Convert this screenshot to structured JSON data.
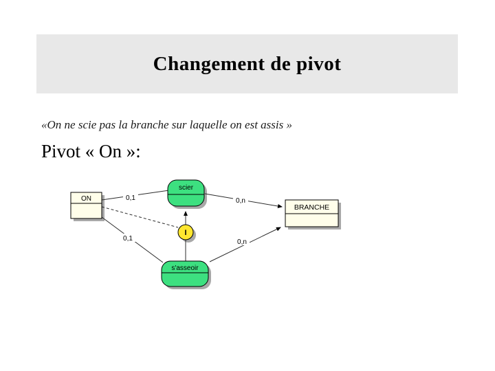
{
  "slide": {
    "title": "Changement de pivot",
    "quote": "«On ne scie pas la branche sur laquelle on est assis »",
    "subtitle": "Pivot « On »:"
  },
  "diagram": {
    "entities": [
      {
        "name": "ON"
      },
      {
        "name": "BRANCHE"
      }
    ],
    "relations": [
      {
        "name": "scier"
      },
      {
        "name": "s'asseoir"
      }
    ],
    "constraint": {
      "label": "I"
    },
    "cardinalities": {
      "on_scier": "0,1",
      "on_sasseoir": "0,1",
      "scier_branche": "0,n",
      "sasseoir_branche": "0,n"
    },
    "colors": {
      "banner_bg": "#e8e8e8",
      "entity_fill": "#fffeea",
      "relation_fill": "#3de080",
      "constraint_fill": "#ffe630",
      "shadow": "#a8a8a8"
    }
  }
}
